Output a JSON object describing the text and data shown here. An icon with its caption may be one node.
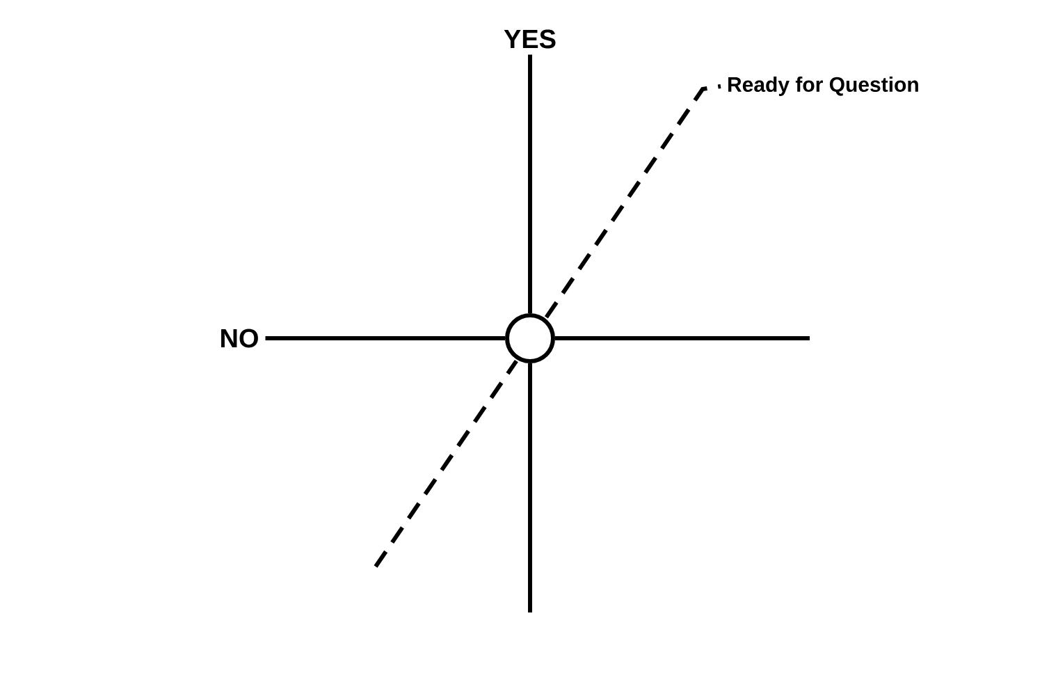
{
  "diagram": {
    "nodes": [
      {
        "text": [
          "YES"
        ]
      },
      {
        "text": [
          "NO"
        ]
      },
      {
        "text": [],
        "shape": "circle"
      },
      {
        "text": [
          "Ready for Question"
        ]
      }
    ],
    "edges": [
      {
        "from": 2,
        "to": 0,
        "arrow": "none"
      },
      {
        "from": 2,
        "to": 1,
        "arrow": "none"
      },
      {
        "from": 2,
        "to": null,
        "arrow": "none"
      },
      {
        "from": 2,
        "to": null,
        "arrow": "none"
      },
      {
        "from": null,
        "to": 3,
        "arrow": "none",
        "style": "dashed"
      }
    ]
  }
}
